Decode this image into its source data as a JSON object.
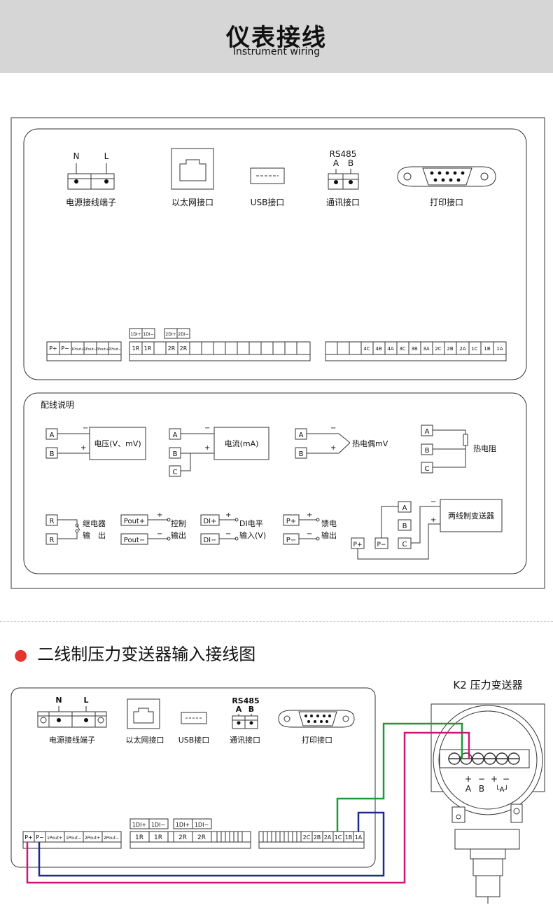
{
  "title_cn": "仪表接线",
  "title_en": "Instrument wiring",
  "panel1": {
    "power_terminal": {
      "label": "电源接线端子",
      "n": "N",
      "l": "L"
    },
    "ethernet": "以太网接口",
    "usb": "USB接口",
    "comm": {
      "label": "通讯接口",
      "rs": "RS485",
      "a": "A",
      "b": "B"
    },
    "print": "打印接口",
    "left_terminals": [
      "P+",
      "P−",
      "1Pout+",
      "1Pout−",
      "2Pout+",
      "2Pout−"
    ],
    "di_top": [
      "1DI+",
      "1DI−",
      "2DI+",
      "2DI−"
    ],
    "relay_cells": [
      "1R",
      "1R",
      "",
      "2R",
      "2R"
    ],
    "right_terminals": [
      "4C",
      "4B",
      "4A",
      "3C",
      "3B",
      "3A",
      "2C",
      "2B",
      "2A",
      "1C",
      "1B",
      "1A"
    ]
  },
  "panel2": {
    "title": "配线说明",
    "voltage": {
      "a": "A",
      "b": "B",
      "minus": "−",
      "plus": "+",
      "label": "电压(V、mV)"
    },
    "current": {
      "a": "A",
      "b": "B",
      "c": "C",
      "minus": "−",
      "plus": "+",
      "label": "电流(mA)"
    },
    "thermocouple": {
      "a": "A",
      "b": "B",
      "minus": "−",
      "plus": "+",
      "label": "热电偶mV"
    },
    "rtd": {
      "a": "A",
      "b": "B",
      "c": "C",
      "label": "热电阻"
    },
    "relay": {
      "r1": "R",
      "r2": "R",
      "l1": "继电器",
      "l2": "输　出"
    },
    "control": {
      "p1": "Pout+",
      "p2": "Pout−",
      "plus": "+",
      "minus": "−",
      "l1": "控制",
      "l2": "输出"
    },
    "di": {
      "p1": "DI+",
      "p2": "DI−",
      "plus": "+",
      "minus": "−",
      "l1": "DI电平",
      "l2": "输入(V)"
    },
    "feed": {
      "p1": "P+",
      "p2": "P−",
      "plus": "+",
      "minus": "−",
      "l1": "馈电",
      "l2": "输出"
    },
    "two_wire": {
      "a": "A",
      "b": "B",
      "c": "C",
      "p1": "P+",
      "p2": "P−",
      "minus": "−",
      "plus": "+",
      "label": "两线制变送器"
    }
  },
  "section2": {
    "bullet": "●",
    "heading": "二线制压力变送器输入接线图"
  },
  "panel3": {
    "n": "N",
    "l": "L",
    "power": "电源接线端子",
    "ethernet": "以太网接口",
    "usb": "USB接口",
    "rs": "RS485",
    "a": "A",
    "b": "B",
    "comm": "通讯接口",
    "print": "打印接口",
    "left_terminals": [
      "P+",
      "P−",
      "1Pout+",
      "1Pout−",
      "2Pout+",
      "2Pout−"
    ],
    "di_top": [
      "1DI+",
      "1DI−",
      "1DI+",
      "1DI−"
    ],
    "relay_cells": [
      "1R",
      "1R",
      "2R",
      "2R"
    ],
    "right_terminals": [
      "2C",
      "2B",
      "2A",
      "1C",
      "1B",
      "1A"
    ]
  },
  "transmitter": {
    "title": "K2 压力变送器",
    "plus1": "+",
    "minus1": "−",
    "plus2": "+",
    "minus2": "−",
    "a": "A",
    "b": "B",
    "la": "└A┘"
  },
  "colors": {
    "green": "#1a9a3a",
    "magenta": "#d0157a",
    "blue": "#1f2a8a",
    "banner": "#d6d6d6",
    "bullet": "#e4342f"
  }
}
